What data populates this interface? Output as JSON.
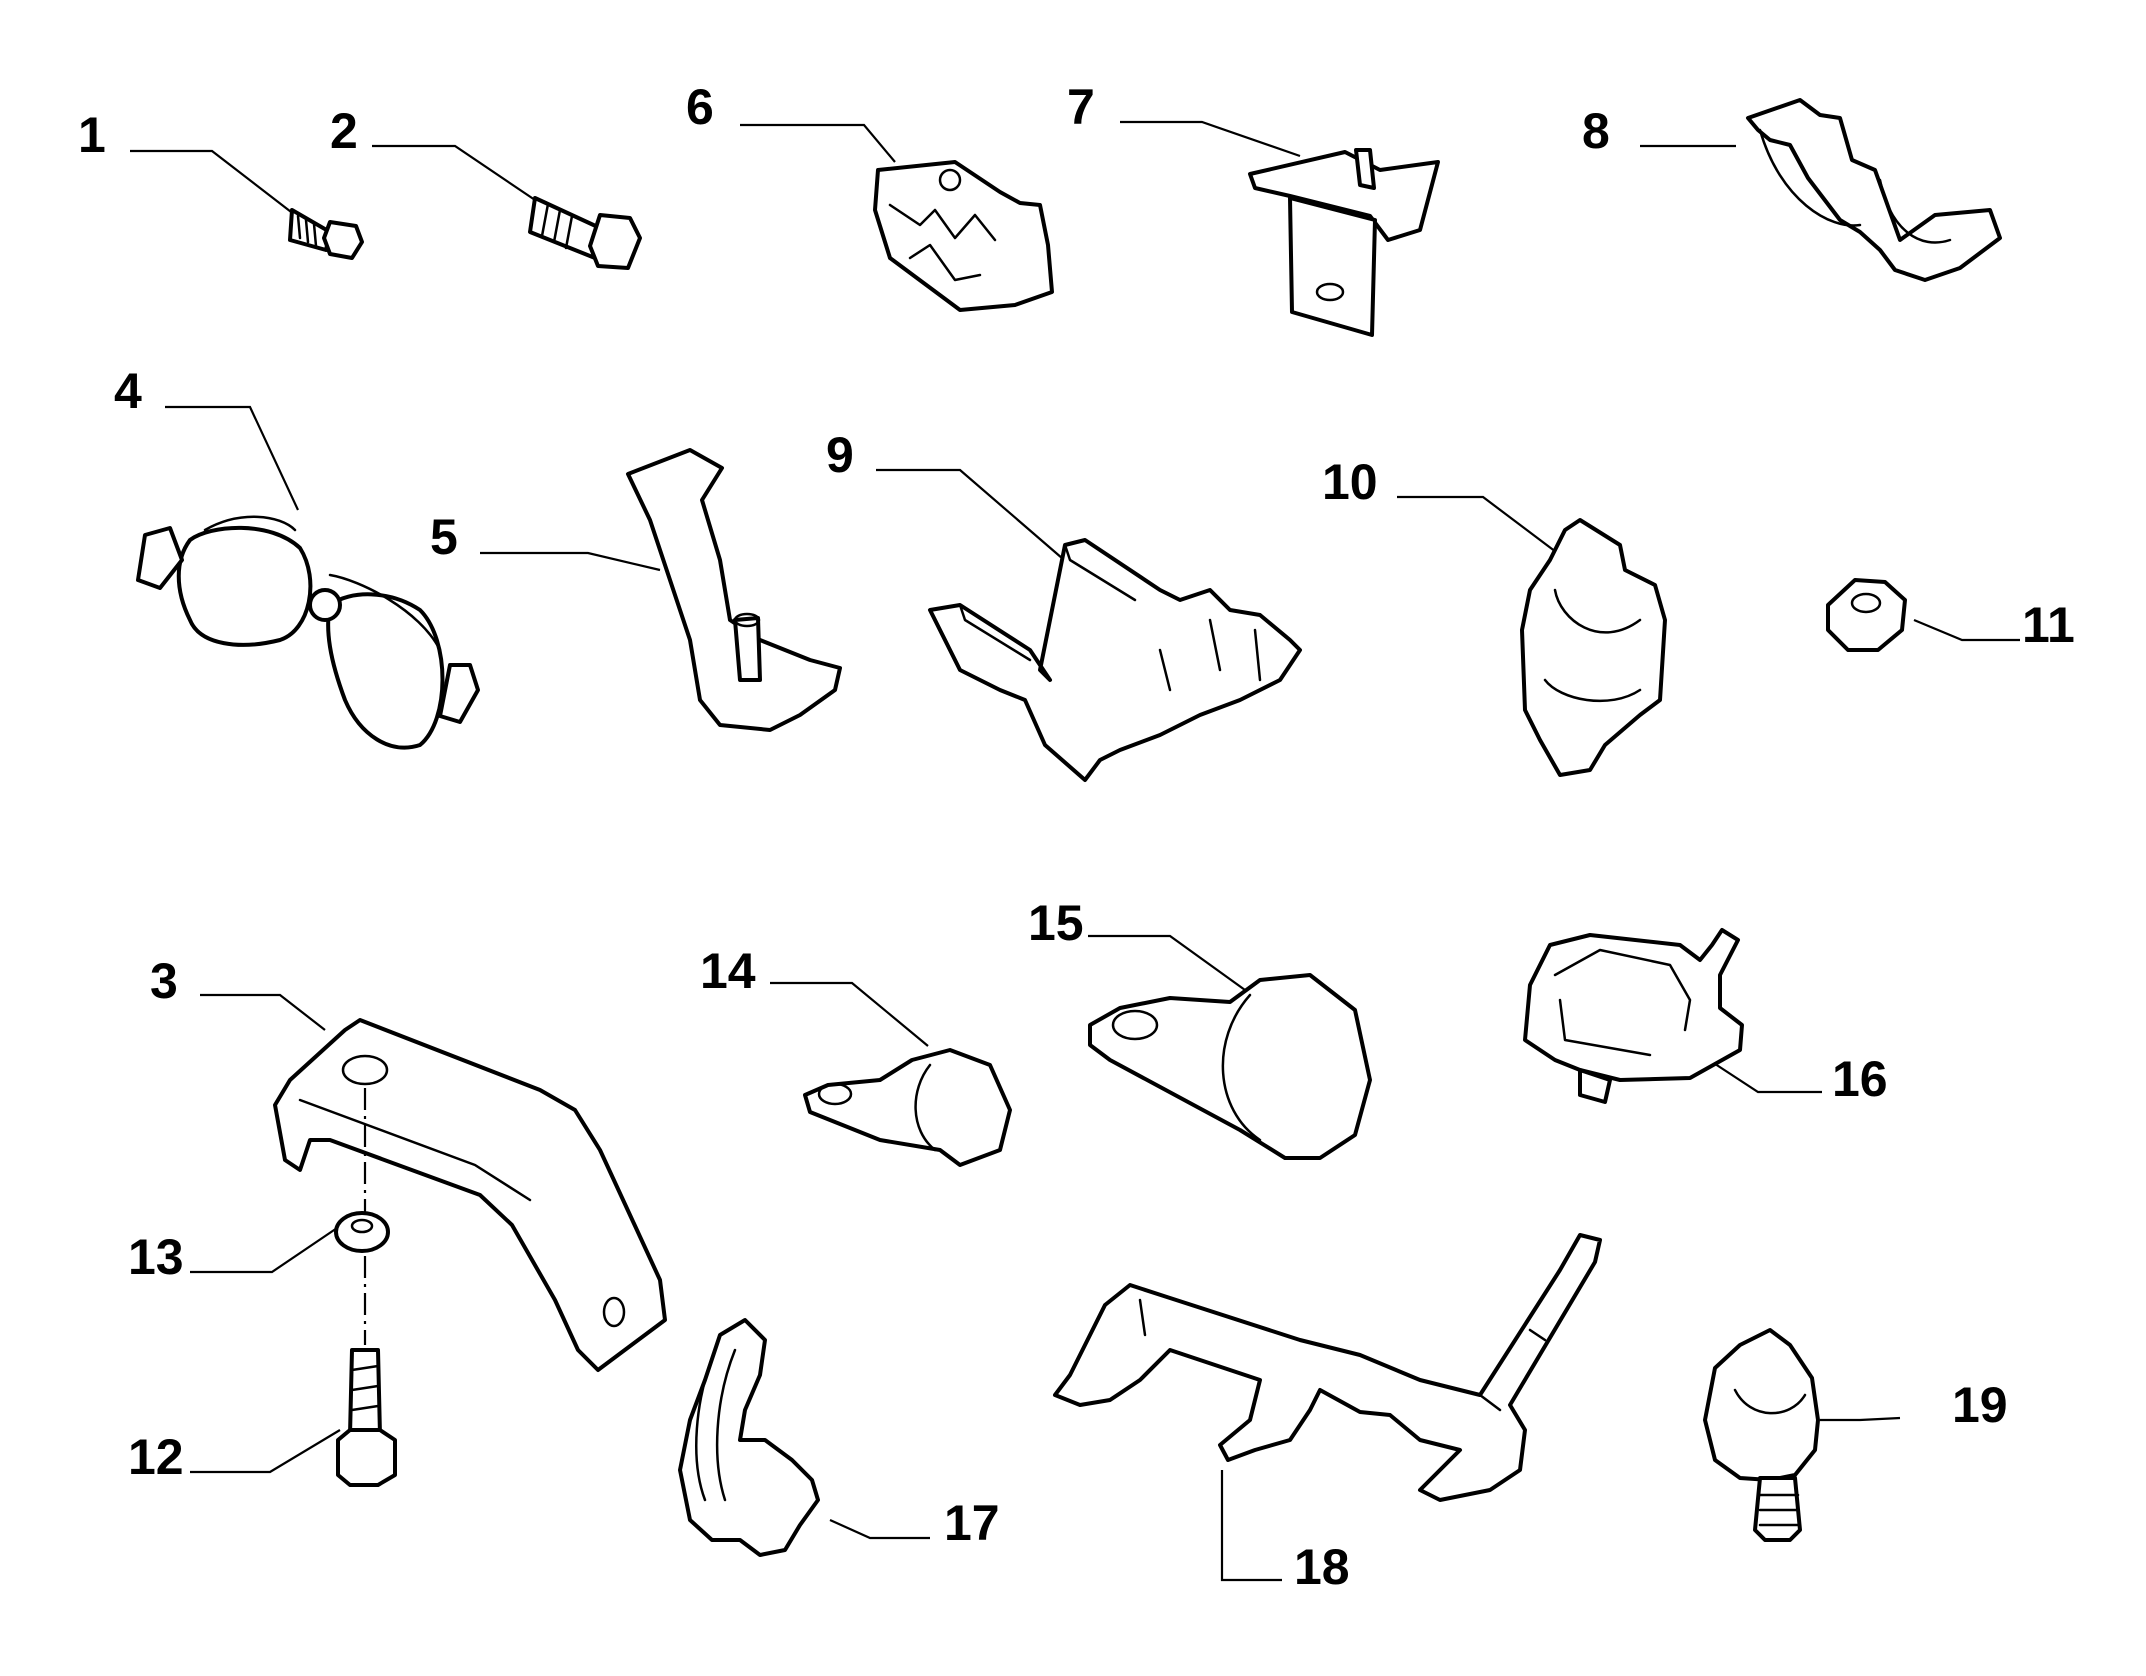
{
  "labels": {
    "p1": "1",
    "p2": "2",
    "p3": "3",
    "p4": "4",
    "p5": "5",
    "p6": "6",
    "p7": "7",
    "p8": "8",
    "p9": "9",
    "p10": "10",
    "p11": "11",
    "p12": "12",
    "p13": "13",
    "p14": "14",
    "p15": "15",
    "p16": "16",
    "p17": "17",
    "p18": "18",
    "p19": "19"
  },
  "colors": {
    "line": "#000000",
    "background": "#ffffff"
  }
}
